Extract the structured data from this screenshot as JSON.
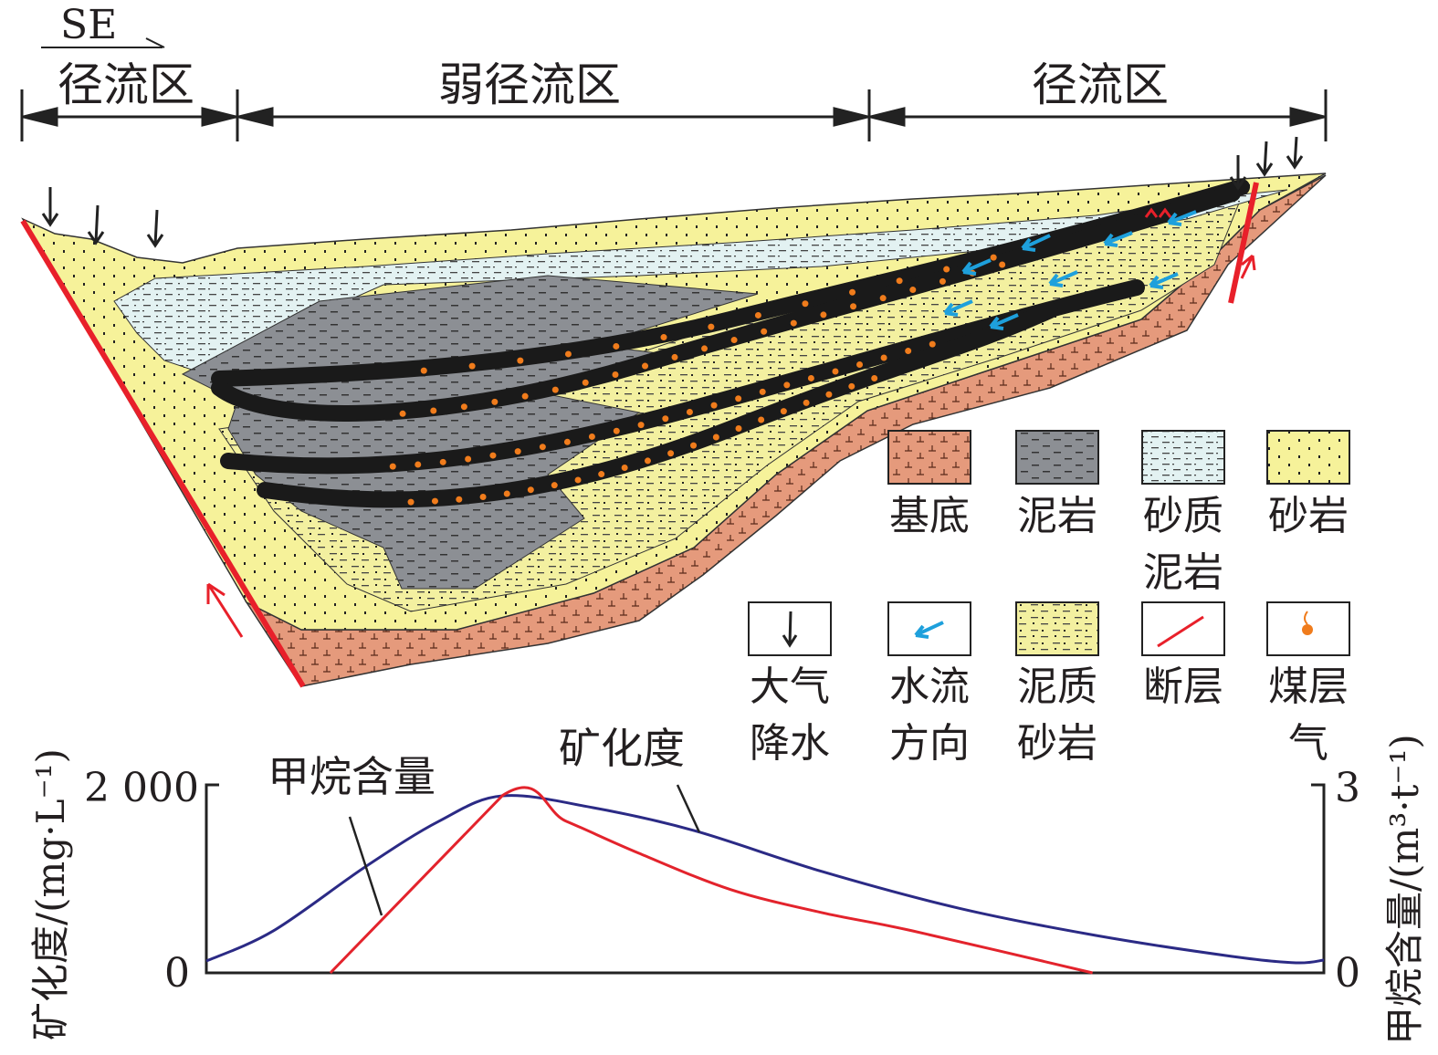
{
  "header": {
    "direction": "SE",
    "zones": [
      "径流区",
      "弱径流区",
      "径流区"
    ]
  },
  "legend": [
    {
      "key": "basement",
      "lines": [
        "基底"
      ],
      "color": "#e59a7c"
    },
    {
      "key": "mudstone",
      "lines": [
        "泥岩"
      ],
      "color": "#8c8f94"
    },
    {
      "key": "sandy-mudstone",
      "lines": [
        "砂质",
        "泥岩"
      ],
      "color": "#e3f2f2"
    },
    {
      "key": "sandstone",
      "lines": [
        "砂岩"
      ],
      "color": "#f6f29a"
    },
    {
      "key": "precipitation",
      "lines": [
        "大气",
        "降水"
      ],
      "icon": "down-arrow-icon"
    },
    {
      "key": "water-flow",
      "lines": [
        "水流",
        "方向"
      ],
      "icon": "blue-arrow-icon",
      "color": "#1ea0dc"
    },
    {
      "key": "muddy-sandstone",
      "lines": [
        "泥质",
        "砂岩"
      ],
      "color": "#f3f0a0"
    },
    {
      "key": "fault",
      "lines": [
        "断层"
      ],
      "icon": "red-line-icon",
      "color": "#e8202a"
    },
    {
      "key": "coalbed-gas",
      "lines": [
        "煤层",
        "气"
      ],
      "icon": "gas-drop-icon",
      "color": "#f07c1c"
    }
  ],
  "chart_data": {
    "type": "line",
    "xlabel": "",
    "ylabel": "矿化度/(mg·L⁻¹)",
    "y2label": "甲烷含量/(m³·t⁻¹)",
    "ylim": [
      0,
      2000
    ],
    "y2lim": [
      0,
      3
    ],
    "y_ticks": [
      "2 000",
      "0"
    ],
    "y2_ticks": [
      "3",
      "0"
    ],
    "xlim": [
      0,
      100
    ],
    "series": [
      {
        "name": "矿化度",
        "axis": "left",
        "color": "#2b2a85",
        "x": [
          0,
          6,
          14.2,
          20.8,
          26.5,
          34.6,
          43.6,
          55.1,
          67.3,
          79.6,
          91.8,
          97.5,
          100
        ],
        "y": [
          126,
          447,
          1126,
          1612,
          1883,
          1757,
          1515,
          1078,
          689,
          398,
          175,
          107,
          136
        ]
      },
      {
        "name": "甲烷含量",
        "axis": "right",
        "color": "#e3232c",
        "x": [
          11.1,
          26.5,
          32.2,
          38.7,
          46.9,
          55.1,
          63.2,
          79.3
        ],
        "y": [
          0,
          2.83,
          2.42,
          1.91,
          1.33,
          0.96,
          0.67,
          0
        ]
      }
    ],
    "annotations": [
      "甲烷含量",
      "矿化度"
    ]
  }
}
